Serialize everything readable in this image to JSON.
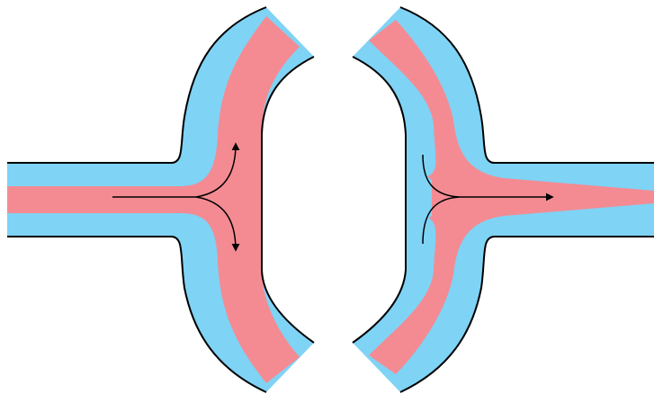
{
  "diagram": {
    "colors": {
      "background": "#ffffff",
      "outer_layer": "#7fd3f5",
      "inner_layer": "#f48b93",
      "outline": "#000000",
      "arrow": "#000000"
    },
    "left_pipe": {
      "flow": "diverging",
      "arrows": [
        "flow-in",
        "branch-up",
        "branch-down"
      ]
    },
    "right_pipe": {
      "flow": "converging",
      "arrows": [
        "branch-in-top",
        "branch-in-bottom",
        "flow-out"
      ]
    }
  }
}
